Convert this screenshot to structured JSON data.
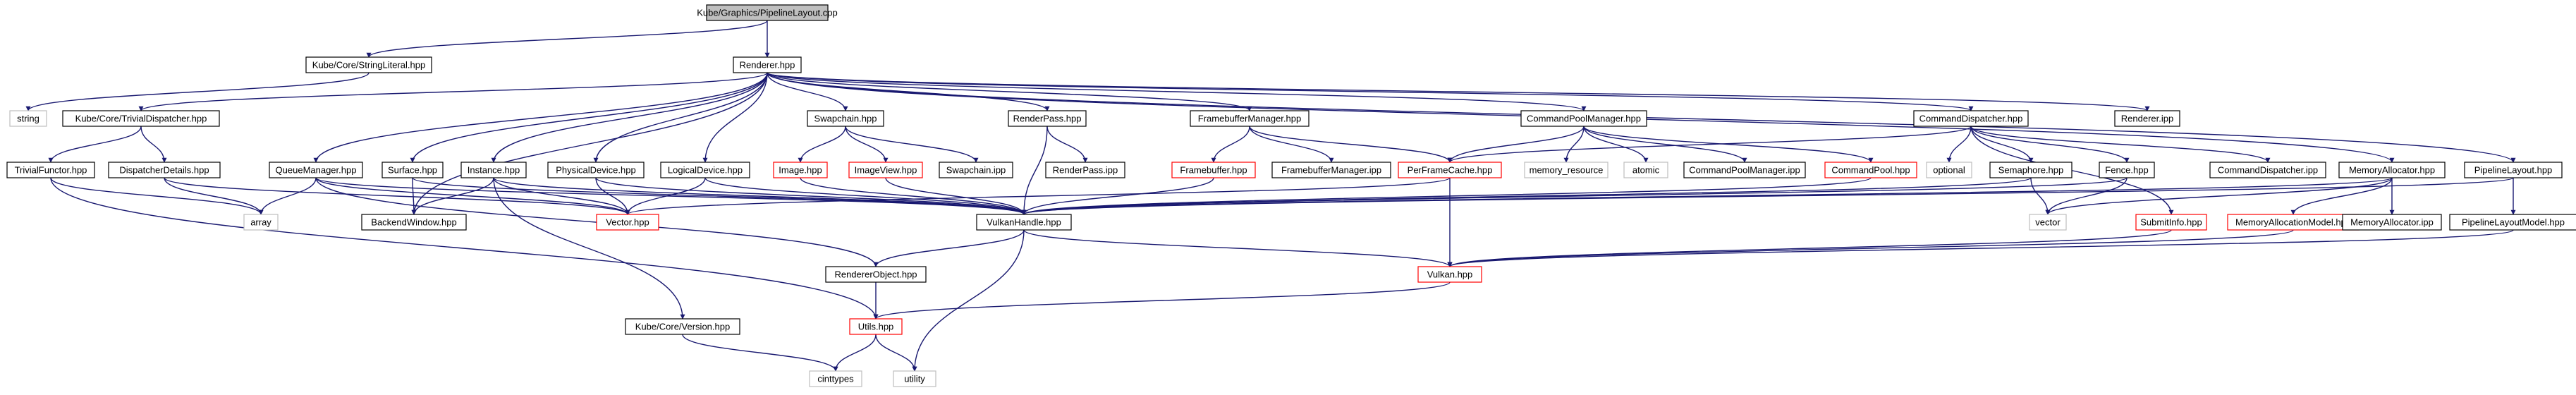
{
  "colors": {
    "root_fill": "#bfbfbf",
    "border_normal": "#000000",
    "border_incomplete": "#ff0000",
    "border_external": "#bfbfbf",
    "edge": "#191970",
    "text": "#000000"
  },
  "nodes": {
    "pipeline_layout_cpp": "Kube/Graphics/PipelineLayout.cpp",
    "string_literal_hpp": "Kube/Core/StringLiteral.hpp",
    "renderer_hpp": "Renderer.hpp",
    "string": "string",
    "trivial_dispatcher_hpp": "Kube/Core/TrivialDispatcher.hpp",
    "trivial_functor_hpp": "TrivialFunctor.hpp",
    "dispatcher_details_hpp": "DispatcherDetails.hpp",
    "queue_manager_hpp": "QueueManager.hpp",
    "surface_hpp": "Surface.hpp",
    "instance_hpp": "Instance.hpp",
    "physical_device_hpp": "PhysicalDevice.hpp",
    "logical_device_hpp": "LogicalDevice.hpp",
    "swapchain_hpp": "Swapchain.hpp",
    "image_hpp": "Image.hpp",
    "image_view_hpp": "ImageView.hpp",
    "swapchain_ipp": "Swapchain.ipp",
    "render_pass_hpp": "RenderPass.hpp",
    "render_pass_ipp": "RenderPass.ipp",
    "framebuffer_manager_hpp": "FramebufferManager.hpp",
    "framebuffer_hpp": "Framebuffer.hpp",
    "framebuffer_manager_ipp": "FramebufferManager.ipp",
    "command_pool_manager_hpp": "CommandPoolManager.hpp",
    "per_frame_cache_hpp": "PerFrameCache.hpp",
    "memory_resource": "memory_resource",
    "atomic": "atomic",
    "command_pool_manager_ipp": "CommandPoolManager.ipp",
    "command_pool_hpp": "CommandPool.hpp",
    "command_dispatcher_hpp": "CommandDispatcher.hpp",
    "optional": "optional",
    "semaphore_hpp": "Semaphore.hpp",
    "fence_hpp": "Fence.hpp",
    "submit_info_hpp": "SubmitInfo.hpp",
    "command_dispatcher_ipp": "CommandDispatcher.ipp",
    "renderer_ipp": "Renderer.ipp",
    "memory_allocator_hpp": "MemoryAllocator.hpp",
    "memory_allocation_model_hpp": "MemoryAllocationModel.hpp",
    "memory_allocator_ipp": "MemoryAllocator.ipp",
    "pipeline_layout_hpp": "PipelineLayout.hpp",
    "pipeline_layout_model_hpp": "PipelineLayoutModel.hpp",
    "array": "array",
    "backend_window_hpp": "BackendWindow.hpp",
    "vector_hpp": "Vector.hpp",
    "vulkan_handle_hpp": "VulkanHandle.hpp",
    "vector": "vector",
    "renderer_object_hpp": "RendererObject.hpp",
    "vulkan_hpp": "Vulkan.hpp",
    "version_hpp": "Kube/Core/Version.hpp",
    "utils_hpp": "Utils.hpp",
    "cinttypes": "cinttypes",
    "utility": "utility"
  }
}
